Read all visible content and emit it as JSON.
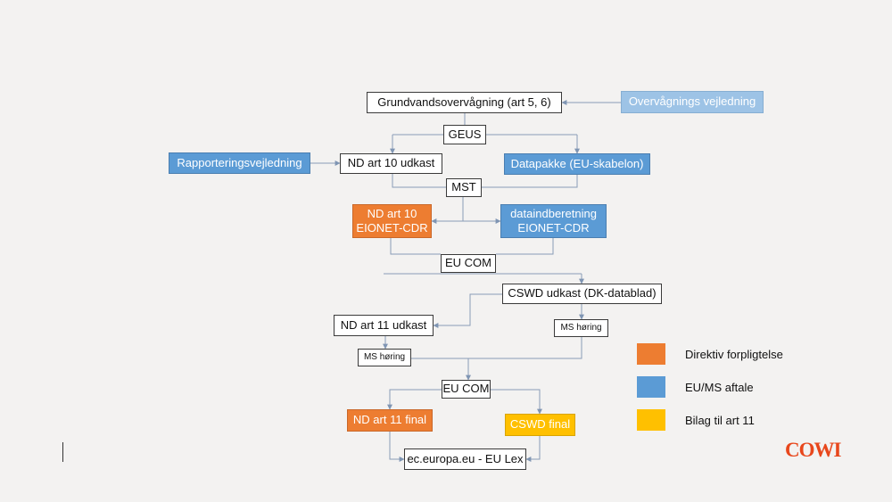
{
  "diagram": {
    "nodes": {
      "grundvand": "Grundvandsovervågning (art 5, 6)",
      "overvaagning": "Overvågnings vejledning",
      "geus": "GEUS",
      "rapportering": "Rapporteringsvejledning",
      "nd_art10_udkast": "ND art 10 udkast",
      "datapakke": "Datapakke (EU-skabelon)",
      "mst": "MST",
      "nd_art10_eionet": "ND art 10\nEIONET-CDR",
      "dataindberetning": "dataindberetning\nEIONET-CDR",
      "eu_com_1": "EU COM",
      "cswd_udkast": "CSWD udkast (DK-datablad)",
      "nd_art11_udkast": "ND art 11 udkast",
      "ms_horing_right": "MS høring",
      "ms_horing_left": "MS høring",
      "eu_com_2": "EU COM",
      "nd_art11_final": "ND art 11 final",
      "cswd_final": "CSWD final",
      "eurlex": "ec.europa.eu - EU Lex"
    }
  },
  "legend": {
    "items": [
      {
        "label": "Direktiv forpligtelse",
        "color": "#ed7d31"
      },
      {
        "label": "EU/MS aftale",
        "color": "#5b9bd5"
      },
      {
        "label": "Bilag til art 11",
        "color": "#ffc000"
      }
    ]
  },
  "logo": {
    "text": "COWI"
  },
  "colors": {
    "connector": "#7f95b3",
    "orange": "#ed7d31",
    "blue": "#5b9bd5",
    "light_blue": "#9dc3e6",
    "yellow": "#ffc000"
  }
}
